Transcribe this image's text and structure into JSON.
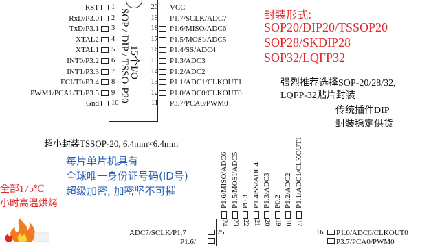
{
  "chip20": {
    "left_pins": [
      {
        "num": "1",
        "label": "RST"
      },
      {
        "num": "2",
        "label": "RxD/P3.0"
      },
      {
        "num": "3",
        "label": "TxD/P3.1"
      },
      {
        "num": "4",
        "label": "XTAL2"
      },
      {
        "num": "5",
        "label": "XTAL1"
      },
      {
        "num": "6",
        "label": "INT0/P3.2"
      },
      {
        "num": "7",
        "label": "INT1/P3.3"
      },
      {
        "num": "8",
        "label": "ECI/T0/P3.4"
      },
      {
        "num": "9",
        "label": "PWM1/PCA1/T1/P3.5"
      },
      {
        "num": "10",
        "label": "Gnd"
      }
    ],
    "right_pins": [
      {
        "num": "20",
        "label": "VCC"
      },
      {
        "num": "19",
        "label": "P1.7/SCLK/ADC7"
      },
      {
        "num": "18",
        "label": "P1.6/MISO/ADC6"
      },
      {
        "num": "17",
        "label": "P1.5/MOSI/ADC5"
      },
      {
        "num": "16",
        "label": "P1.4/SS/ADC4"
      },
      {
        "num": "15",
        "label": "P1.3/ADC3"
      },
      {
        "num": "14",
        "label": "P1.2/ADC2"
      },
      {
        "num": "13",
        "label": "P1.1/ADC1/CLKOUT1"
      },
      {
        "num": "12",
        "label": "P1.0/ADC0/CLKOUT0"
      },
      {
        "num": "11",
        "label": "P3.7/PCA0/PWM0"
      }
    ],
    "body_text_1": "SOP / DIP / TSSO-P20",
    "body_text_2": "15个I/O"
  },
  "packages": {
    "title": "封装形式:",
    "lines": [
      "SOP20/DIP20/TSSOP20",
      "SOP28/SKDIP28",
      "SOP32/LQFP32"
    ]
  },
  "recommend": {
    "line1": "强烈推荐选择SOP-20/28/32,",
    "line2": "LQFP-32贴片封装",
    "line3": "传统插件DIP",
    "line4": "封装稳定供货"
  },
  "tssop_note": "超小封装TSSOP-20, 6.4mm×6.4mm",
  "id_note": {
    "line1": "每片单片机具有",
    "line2": "全球唯一身份证号码(ID号)",
    "line3": "超级加密, 加密坚不可摧"
  },
  "bake_note": {
    "line1": "全部175℃",
    "line2": "小时高温烘烤"
  },
  "chip2": {
    "top_pins": [
      {
        "num": "24",
        "label": "P1.6/MISO/ADC6"
      },
      {
        "num": "23",
        "label": "P1.5/MOSI/ADC5"
      },
      {
        "num": "22",
        "label": "P0.3"
      },
      {
        "num": "21",
        "label": "P1.4/SS/ADC4"
      },
      {
        "num": "20",
        "label": "P1.3/ADC3"
      },
      {
        "num": "19",
        "label": "P0.2"
      },
      {
        "num": "18",
        "label": "P1.2/ADC2"
      },
      {
        "num": "17",
        "label": "P1.1/ADC1/CLKOUT1"
      }
    ],
    "left_pin": {
      "num": "25",
      "label": "ADC7/SCLK/P1.7"
    },
    "left_pin_partial": "P1.6/",
    "right_pin": {
      "num": "16",
      "label": "P1.0/ADC0/CLKOUT0"
    },
    "right_pin_partial": "P3.7/PCA0/PWM0"
  }
}
